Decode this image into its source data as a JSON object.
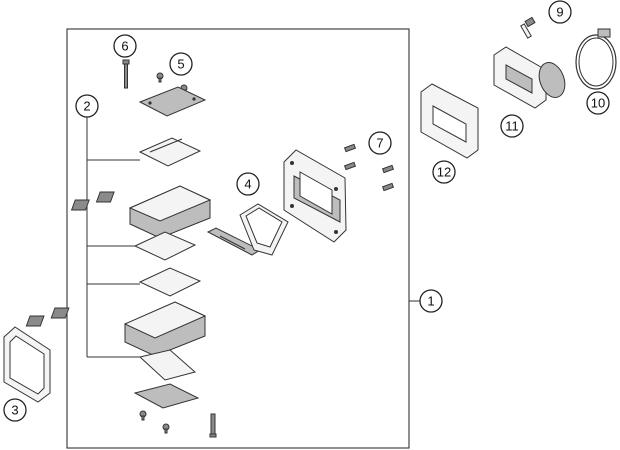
{
  "diagram": {
    "callouts": [
      {
        "id": "1",
        "label": "1"
      },
      {
        "id": "2",
        "label": "2"
      },
      {
        "id": "3",
        "label": "3"
      },
      {
        "id": "4",
        "label": "4"
      },
      {
        "id": "5",
        "label": "5"
      },
      {
        "id": "6",
        "label": "6"
      },
      {
        "id": "7",
        "label": "7"
      },
      {
        "id": "9",
        "label": "9"
      },
      {
        "id": "10",
        "label": "10"
      },
      {
        "id": "11",
        "label": "11"
      },
      {
        "id": "12",
        "label": "12"
      }
    ]
  }
}
